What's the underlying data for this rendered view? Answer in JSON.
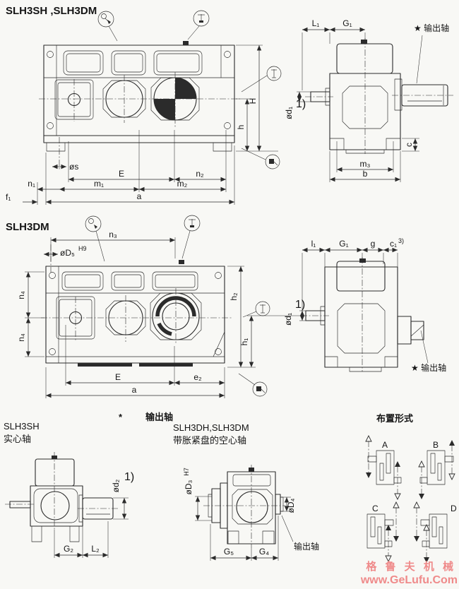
{
  "colors": {
    "line": "#2b2b2b",
    "paper": "#f8f8f5",
    "watermark": "#ef8a8a"
  },
  "icons": {
    "lifting_eye": "lifting-eye",
    "breather": "breather-plug",
    "oil_level": "oil-level-gauge",
    "drain": "oil-drain-plug"
  },
  "top": {
    "title": "SLH3SH ,SLH3DM",
    "front_dims": {
      "phi_s": "øs",
      "E": "E",
      "n2": "n₂",
      "n1": "n₁",
      "m1": "m₁",
      "m2": "m₂",
      "f1": "f₁",
      "a": "a"
    },
    "height_dims": {
      "H": "H",
      "h": "h"
    },
    "side": {
      "L1": "L₁",
      "G1": "G₁",
      "output_shaft": "★ 输出轴",
      "phi_d1": "ød₁",
      "note1": "1)",
      "m3": "m₃",
      "b": "b",
      "c": "c"
    }
  },
  "middle": {
    "title": "SLH3DM",
    "front_dims": {
      "n3": "n₃",
      "phi_D5": "øD₅",
      "D5_fit": "H9",
      "n4_upper": "n₄",
      "n4_lower": "n₄",
      "E": "E",
      "e2": "e₂",
      "a": "a"
    },
    "height_dims": {
      "h2": "h₂",
      "h1": "h₁"
    },
    "side": {
      "l1": "l₁",
      "G1": "G₁",
      "g": "g",
      "c1": "c₁",
      "c1_note": "3)",
      "phi_d1": "ød₁",
      "note1": "1)",
      "output_shaft": "★ 输出轴"
    }
  },
  "bottom": {
    "heading_star": "*",
    "heading": "输出轴",
    "solid": {
      "model": "SLH3SH",
      "desc": "实心轴",
      "phi_d2": "ød₂",
      "note1": "1)",
      "G2": "G₂",
      "L2": "L₂"
    },
    "hollow": {
      "model": "SLH3DH,SLH3DM",
      "desc": "带胀紧盘的空心轴",
      "phi_D3": "øD₃",
      "D3_fit": "H7",
      "phi_D4": "øD₄",
      "G5": "G₅",
      "G4": "G₄",
      "output_shaft": "输出轴"
    },
    "arrangements": {
      "title": "布置形式",
      "labels": [
        "A",
        "B",
        "C",
        "D"
      ]
    }
  },
  "watermark": {
    "line1": "格 鲁 夫 机 械",
    "line2": "www.GeLufu.Com"
  }
}
